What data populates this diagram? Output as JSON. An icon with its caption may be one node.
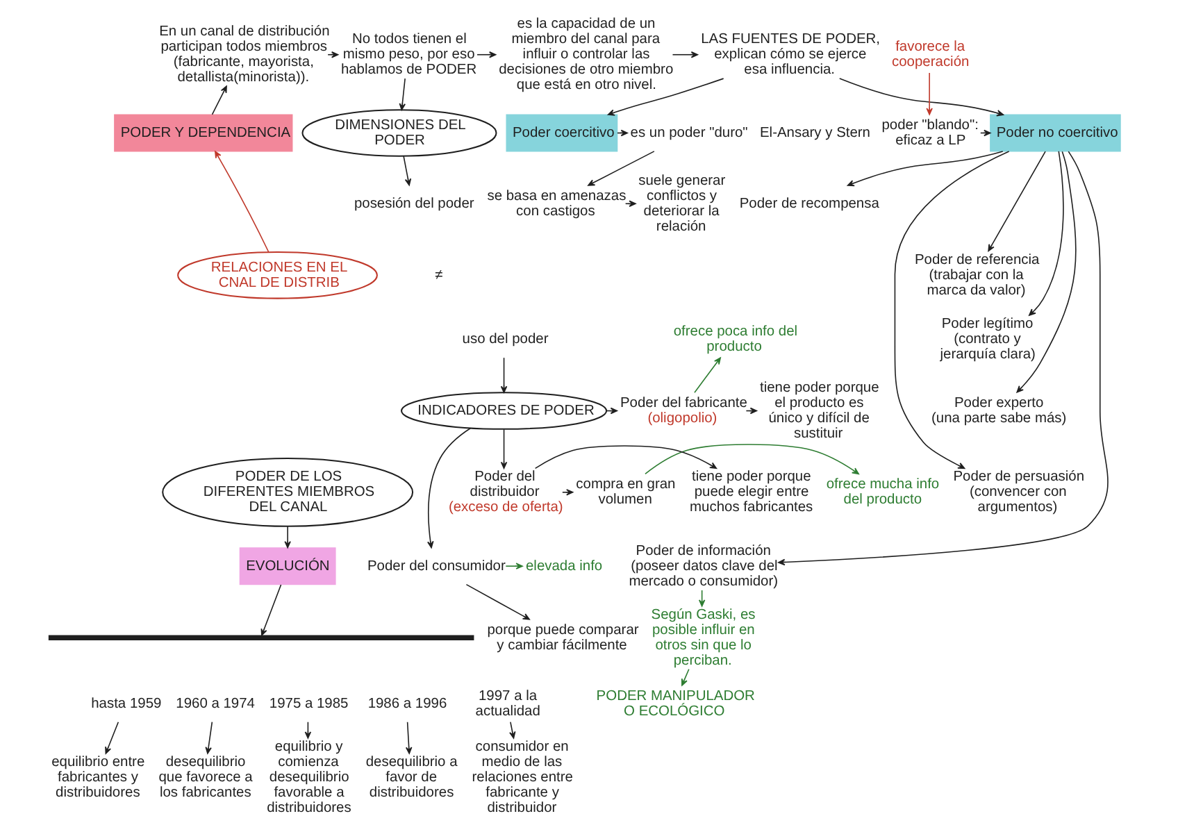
{
  "diagram": {
    "nodes": [
      {
        "text": [
          "En un canal de distribución participan todos miembros (fabricante, mayorista, detallista(minorista))."
        ]
      },
      {
        "text": [
          "No todos tienen el mismo peso, por eso hablamos de PODER"
        ]
      },
      {
        "text": [
          "es la capacidad de un miembro del canal para influir o controlar las decisiones de otro miembro que está en otro nivel."
        ]
      },
      {
        "text": [
          "LAS FUENTES DE PODER, explican cómo se ejerce esa influencia."
        ]
      },
      {
        "text": [
          "favorece la cooperación"
        ]
      },
      {
        "text": [
          "poder \"blando\": eficaz a LP"
        ]
      },
      {
        "text": [
          "PODER Y DEPENDENCIA"
        ]
      },
      {
        "text": [
          "DIMENSIONES DEL PODER"
        ]
      },
      {
        "text": [
          "es un poder \"duro\""
        ]
      },
      {
        "text": [
          "Poder coercitivo"
        ]
      },
      {
        "text": [
          "Poder no coercitivo"
        ]
      },
      {
        "text": [
          "RELACIONES EN EL CNAL DE DISTRIB"
        ]
      },
      {
        "text": [
          "posesión del poder"
        ]
      },
      {
        "text": [
          "se basa en amenazas con castigos"
        ]
      },
      {
        "text": [
          "suele generar conflictos y deteriorar la relación"
        ]
      },
      {
        "text": [
          "Poder de recompensa"
        ]
      },
      {
        "text": [
          "Poder de referencia",
          "(trabajar con la marca da valor)"
        ]
      },
      {
        "text": [
          "uso del poder"
        ]
      },
      {
        "text": [
          "Poder legítimo",
          "(contrato y jerarquía clara)"
        ]
      },
      {
        "text": [
          "ofrece poca info del producto"
        ]
      },
      {
        "text": [
          "INDICADORES DE PODER"
        ]
      },
      {
        "text": [
          "Poder del fabricante",
          "(oligopolio)"
        ]
      },
      {
        "text": [
          "tiene poder porque el producto es único y difícil de sustituir"
        ]
      },
      {
        "text": [
          "Poder experto",
          "(una parte sabe más)"
        ]
      },
      {
        "text": [
          "PODER DE LOS DIFERENTES MIEMBROS DEL CANAL"
        ]
      },
      {
        "text": [
          "ofrece mucha info del producto"
        ]
      },
      {
        "text": [
          "compra en gran volumen"
        ]
      },
      {
        "text": [
          "Poder del distribuidor",
          "(exceso de oferta)"
        ]
      },
      {
        "text": [
          "tiene poder porque puede elegir entre muchos fabricantes"
        ]
      },
      {
        "text": [
          "Poder de persuasión",
          "(convencer con argumentos)"
        ]
      },
      {
        "text": [
          "EVOLUCIÓN"
        ]
      },
      {
        "text": [
          "Poder del consumidor"
        ]
      },
      {
        "text": [
          "elevada info"
        ]
      },
      {
        "text": [
          "Poder de información",
          "(poseer datos clave del mercado o consumidor)"
        ]
      },
      {
        "text": [
          "porque puede comparar y cambiar fácilmente"
        ]
      },
      {
        "text": [],
        "shape": "bar"
      },
      {
        "text": [
          "hasta 1959"
        ]
      },
      {
        "text": [
          "1960 a 1974"
        ]
      },
      {
        "text": [
          "1975 a 1985"
        ]
      },
      {
        "text": [
          "1986 a 1996"
        ]
      },
      {
        "text": [
          "1997 a la actualidad"
        ]
      },
      {
        "text": [
          "equilibrio entre fabricantes y distribuidores"
        ]
      },
      {
        "text": [
          "desequilibrio que favorece a los fabricantes"
        ]
      },
      {
        "text": [
          "equilibrio y comienza desequilibrio favorable a distribuidores"
        ]
      },
      {
        "text": [
          "desequilibrio a favor de distribuidores"
        ]
      },
      {
        "text": [
          "consumidor en medio de las relaciones entre fabricante y distribuidor"
        ]
      },
      {
        "text": [
          "Según Gaski, es posible influir en otros sin que lo perciban."
        ]
      },
      {
        "text": [
          "PODER MANIPULADOR O ECOLÓGICO"
        ]
      }
    ],
    "edges": [
      {
        "from": 0,
        "to": 1,
        "arrow": "to"
      },
      {
        "from": 1,
        "to": 2,
        "arrow": "to"
      },
      {
        "from": 2,
        "to": 3,
        "arrow": "to"
      },
      {
        "from": 4,
        "to": 5,
        "arrow": "to",
        "color": "#c0392b"
      },
      {
        "from": 6,
        "to": 0,
        "arrow": "to"
      },
      {
        "from": 11,
        "to": 6,
        "arrow": "to",
        "color": "#c0392b"
      },
      {
        "from": 1,
        "to": 7,
        "arrow": "to"
      },
      {
        "from": 3,
        "to": 9,
        "arrow": "to"
      },
      {
        "from": 3,
        "to": 10,
        "arrow": "to"
      },
      {
        "from": 5,
        "to": 10,
        "arrow": "to"
      },
      {
        "from": 9,
        "to": 8,
        "arrow": "to"
      },
      {
        "from": 8,
        "to": 13,
        "arrow": "to"
      },
      {
        "from": 13,
        "to": 14,
        "arrow": "to"
      },
      {
        "from": 7,
        "to": 12,
        "arrow": "to"
      },
      {
        "from": 10,
        "to": 15,
        "arrow": "to"
      },
      {
        "from": 10,
        "to": 16,
        "arrow": "to"
      },
      {
        "from": 10,
        "to": 18,
        "arrow": "to"
      },
      {
        "from": 10,
        "to": 23,
        "arrow": "to"
      },
      {
        "from": 10,
        "to": 29,
        "arrow": "to"
      },
      {
        "from": 10,
        "to": 33,
        "arrow": "to"
      },
      {
        "from": 17,
        "to": 20,
        "arrow": "to"
      },
      {
        "from": 20,
        "to": 21,
        "arrow": "to"
      },
      {
        "from": 20,
        "to": 27,
        "arrow": "to"
      },
      {
        "from": 20,
        "to": 31,
        "arrow": "to"
      },
      {
        "from": 21,
        "to": 19,
        "arrow": "to",
        "color": "#2e7d32"
      },
      {
        "from": 21,
        "to": 22,
        "arrow": "to"
      },
      {
        "from": 27,
        "to": 26,
        "arrow": "to"
      },
      {
        "from": 26,
        "to": 25,
        "arrow": "to",
        "color": "#2e7d32"
      },
      {
        "from": 27,
        "to": 28,
        "arrow": "to"
      },
      {
        "from": 31,
        "to": 32,
        "arrow": "to",
        "color": "#2e7d32"
      },
      {
        "from": 31,
        "to": 34,
        "arrow": "to"
      },
      {
        "from": 33,
        "to": 46,
        "arrow": "to",
        "color": "#2e7d32"
      },
      {
        "from": 46,
        "to": 47,
        "arrow": "to",
        "color": "#2e7d32"
      },
      {
        "from": 24,
        "to": 30,
        "arrow": "to"
      },
      {
        "from": 30,
        "to": 35,
        "arrow": "to"
      },
      {
        "from": 36,
        "to": 41,
        "arrow": "to"
      },
      {
        "from": 37,
        "to": 42,
        "arrow": "to"
      },
      {
        "from": 38,
        "to": 43,
        "arrow": "to"
      },
      {
        "from": 39,
        "to": 44,
        "arrow": "to"
      },
      {
        "from": 40,
        "to": 45,
        "arrow": "to"
      }
    ],
    "labels": [
      "El-Ansary y Stern",
      "≠"
    ]
  }
}
